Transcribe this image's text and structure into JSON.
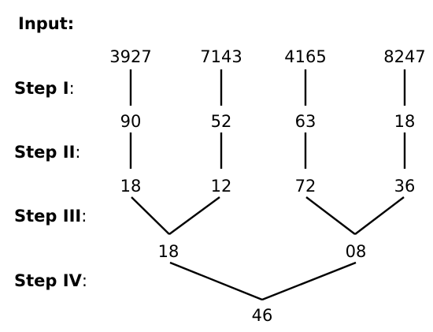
{
  "labels": {
    "input": "Input:",
    "step1": "Step I",
    "step2": "Step II",
    "step3": "Step III",
    "step4": "Step IV",
    "colon": ":"
  },
  "input": [
    "3927",
    "7143",
    "4165",
    "8247"
  ],
  "step1": [
    "90",
    "52",
    "63",
    "18"
  ],
  "step2": [
    "18",
    "12",
    "72",
    "36"
  ],
  "step3": [
    "18",
    "08"
  ],
  "step4": [
    "46"
  ],
  "colors": {
    "text": "#000000",
    "lines": "#000000",
    "background": "#ffffff"
  }
}
